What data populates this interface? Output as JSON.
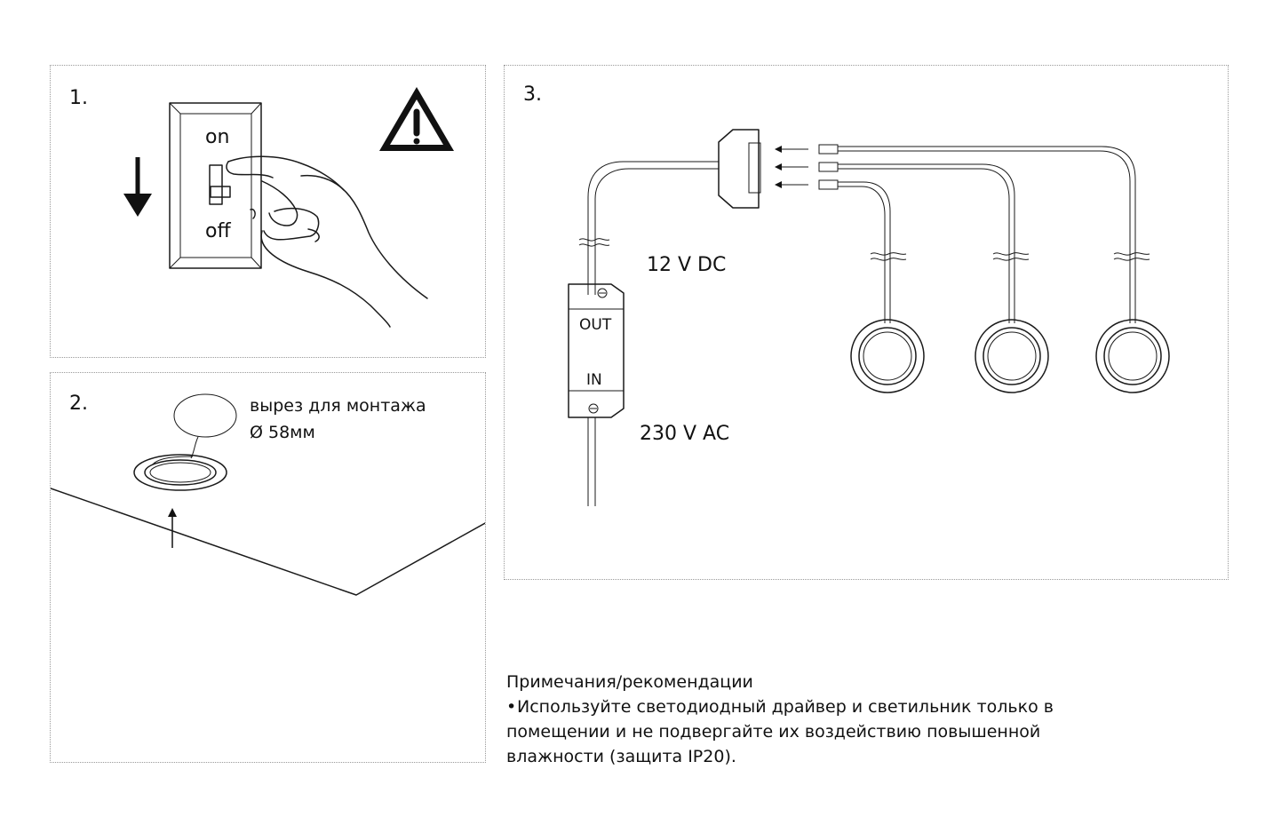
{
  "step1": {
    "number": "1.",
    "switch_on": "on",
    "switch_off": "off",
    "warning_symbol": "!",
    "icons": [
      "down-arrow-icon",
      "warning-triangle-icon",
      "light-switch-icon",
      "hand-icon"
    ]
  },
  "step2": {
    "number": "2.",
    "cutout_label": "вырез для монтажа",
    "cutout_size": "Ø 58мм",
    "icons": [
      "cutout-circle-icon",
      "downlight-icon",
      "up-arrow-icon"
    ]
  },
  "step3": {
    "number": "3.",
    "dc_label": "12 V DC",
    "ac_label": "230 V AC",
    "driver_out": "OUT",
    "driver_in": "IN",
    "icons": [
      "distributor-icon",
      "led-driver-icon",
      "downlight-icon"
    ]
  },
  "notes": {
    "heading": "Примечания/рекомендации",
    "bullet": "•",
    "lines": [
      "Используйте светодиодный драйвер и светильник только в",
      "помещении и не подвергайте их воздействию повышенной",
      "влажности (защита IP20)."
    ]
  }
}
